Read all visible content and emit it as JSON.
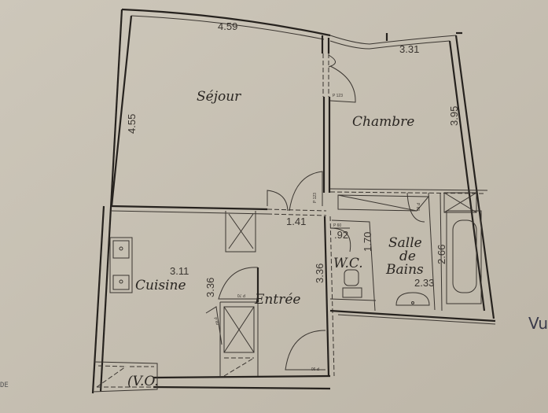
{
  "rooms": {
    "sejour": "Séjour",
    "chambre": "Chambre",
    "cuisine": "Cuisine",
    "entree": "Entrée",
    "wc": "W.C.",
    "sdb1": "Salle",
    "sdb2": "de",
    "sdb3": "Bains",
    "vo": "(V.O."
  },
  "dimensions": {
    "sejour_width": "4.59",
    "sejour_depth": "4.55",
    "chambre_width": "3.31",
    "chambre_depth": "3.95",
    "entree_width": "1.41",
    "wc_width": ".92",
    "wc_depth": "1.70",
    "sdb_depth": "2.66",
    "sdb_width": "2.33",
    "cuisine_width": "3.11",
    "cuisine_depth": "3.36",
    "entree_depth": "3.36"
  },
  "doors": {
    "p123a": "P 123",
    "p123b": "P 123",
    "p60a": "P 60",
    "p60b": "P 60",
    "p70": "P 70",
    "p80": "P 80",
    "p90": "P 90"
  },
  "margin_notes": {
    "right": "Vu",
    "left": "DE"
  }
}
